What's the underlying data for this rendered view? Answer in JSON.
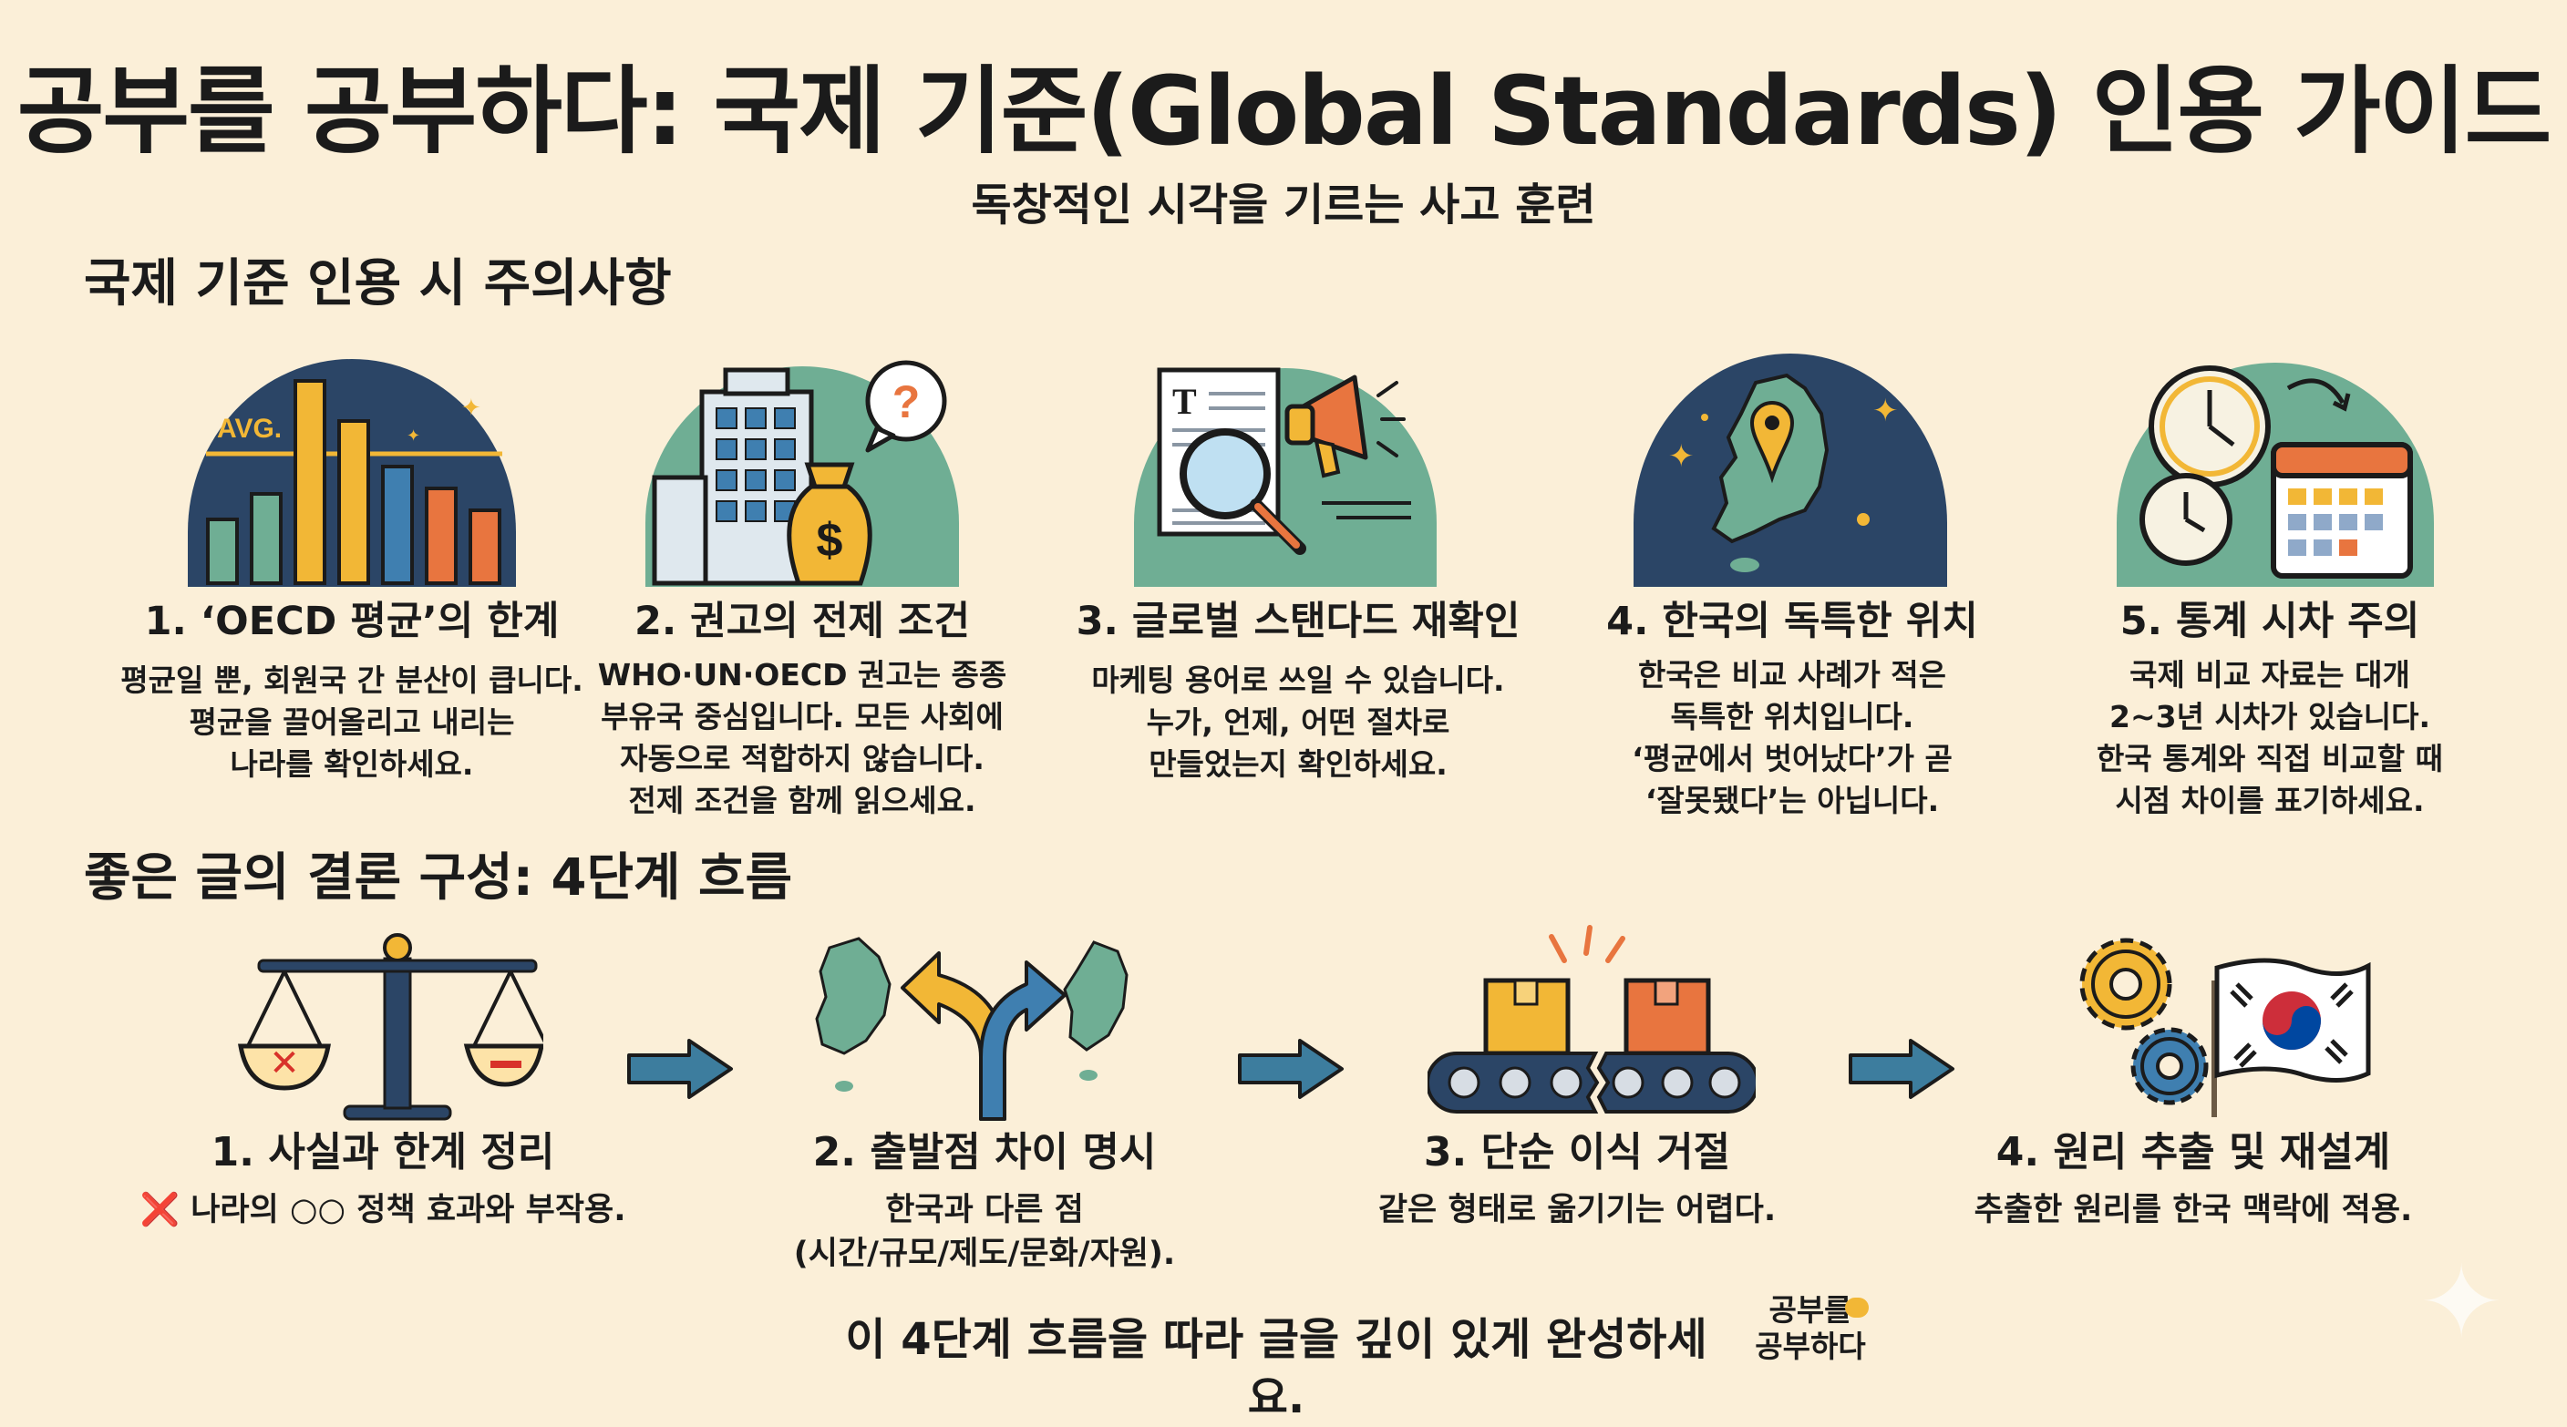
{
  "title": "공부를 공부하다: 국제 기준(Global Standards) 인용 가이드",
  "subtitle": "독창적인 시각을 기르는 사고 훈련",
  "caution_section": {
    "heading": "국제 기준 인용 시 주의사항",
    "items": [
      {
        "title": "1. ‘OECD 평균’의 한계",
        "body": "평균일 뿐, 회원국 간 분산이 큽니다.\n평균을 끌어올리고 내리는\n나라를 확인하세요.",
        "icon_label": "AVG."
      },
      {
        "title": "2. 권고의 전제 조건",
        "body": "WHO·UN·OECD 권고는 종종\n부유국 중심입니다. 모든 사회에\n자동으로 적합하지 않습니다.\n전제 조건을 함께 읽으세요.",
        "icon_label": "?"
      },
      {
        "title": "3. 글로벌 스탠다드 재확인",
        "body": "마케팅 용어로 쓰일 수 있습니다.\n누가, 언제, 어떤 절차로\n만들었는지 확인하세요.",
        "icon_label": "T"
      },
      {
        "title": "4. 한국의 독특한 위치",
        "body": "한국은 비교 사례가 적은\n독특한 위치입니다.\n‘평균에서 벗어났다’가 곧\n‘잘못됐다’는 아닙니다."
      },
      {
        "title": "5. 통계 시차 주의",
        "body": "국제 비교 자료는 대개\n2~3년 시차가 있습니다.\n한국 통계와 직접 비교할 때\n시점 차이를 표기하세요."
      }
    ]
  },
  "flow_section": {
    "heading": "좋은 글의 결론 구성: 4단계 흐름",
    "steps": [
      {
        "title": "1. 사실과 한계 정리",
        "marker": "❌",
        "body": "나라의 ○○ 정책 효과와 부작용."
      },
      {
        "title": "2. 출발점 차이 명시",
        "body": "한국과 다른 점\n(시간/규모/제도/문화/자원)."
      },
      {
        "title": "3. 단순 이식 거절",
        "body": "같은 형태로 옮기기는 어렵다."
      },
      {
        "title": "4. 원리 추출 및 재설계",
        "body": "추출한 원리를 한국 맥락에 적용."
      }
    ]
  },
  "closing": "이 4단계 흐름을 따라 글을 깊이 있게 완성하세요.",
  "brand": {
    "line1": "공부를",
    "line2": "공부하다"
  },
  "colors": {
    "background": "#fbefd8",
    "navy": "#2b4566",
    "teal": "#6fae94",
    "yellow": "#f2b736",
    "orange": "#e8753f",
    "blue": "#3f7fb0",
    "arrow": "#3d7d9e"
  },
  "icons": [
    "bar-chart-icon",
    "money-bag-building-icon",
    "magnifier-megaphone-icon",
    "korea-map-pin-icon",
    "clock-calendar-icon",
    "balance-scale-icon",
    "diverging-arrows-icon",
    "conveyor-boxes-icon",
    "gears-flag-icon"
  ]
}
